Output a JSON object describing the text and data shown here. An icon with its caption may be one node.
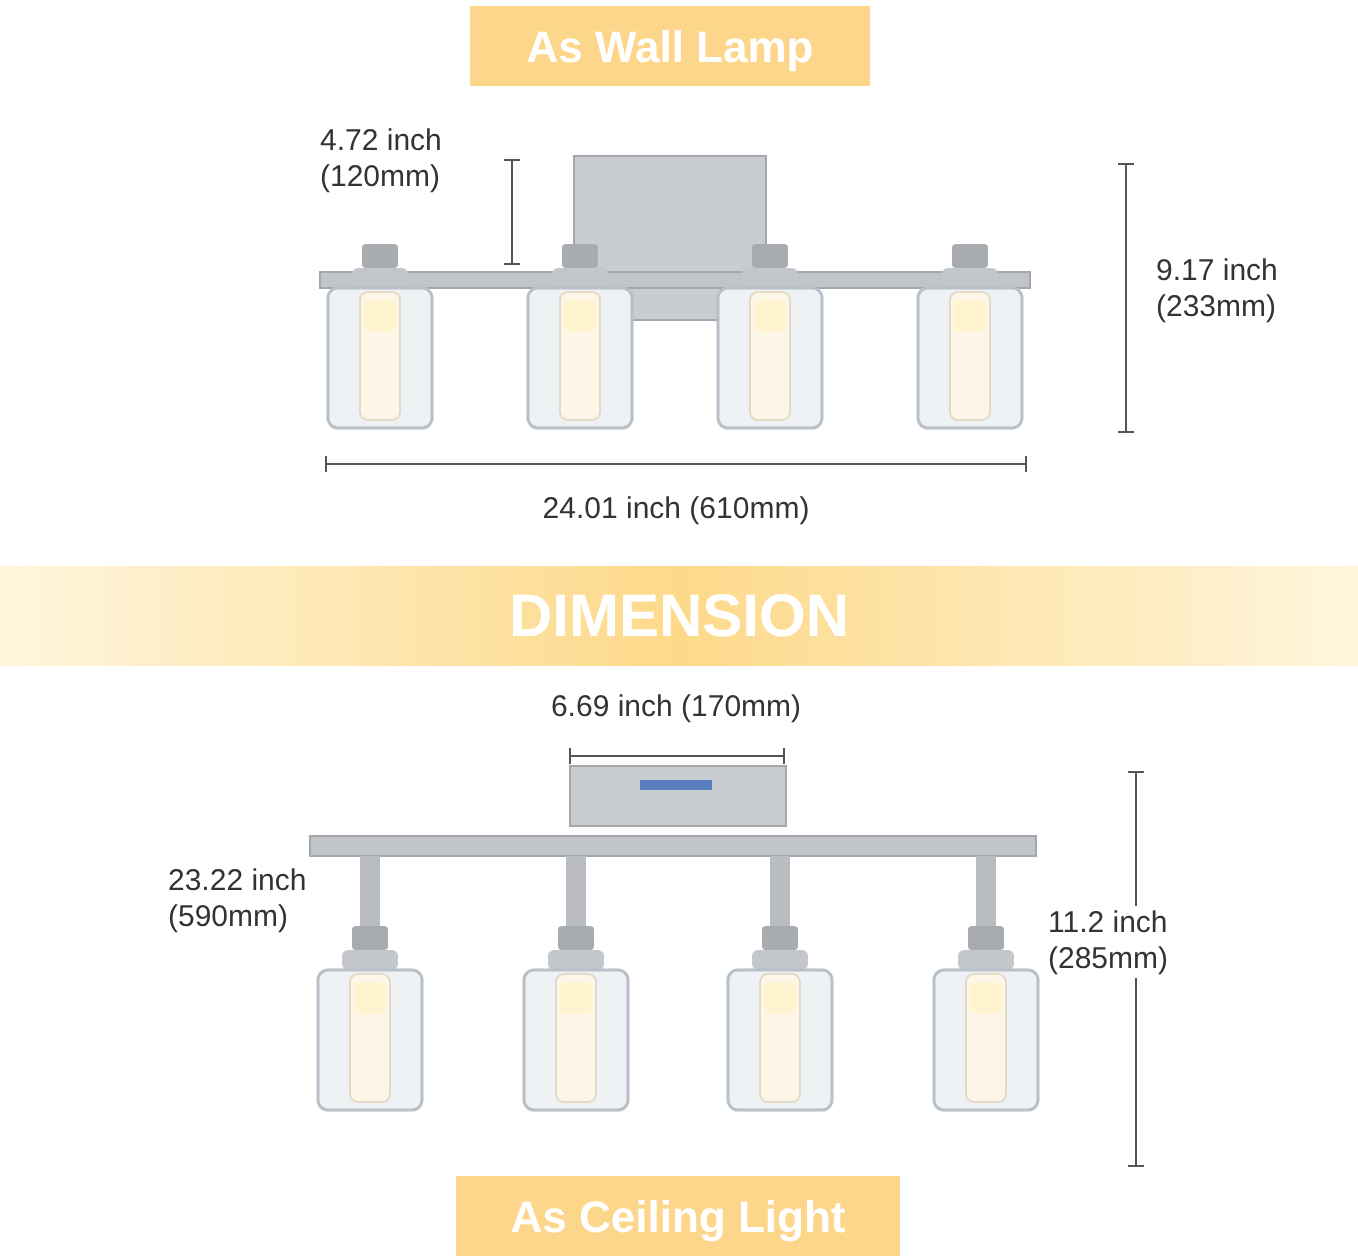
{
  "diagram": {
    "title": "DIMENSION",
    "nodes": [
      {
        "text": [
          "As Wall Lamp"
        ]
      },
      {
        "text": [
          "As Ceiling Light"
        ]
      }
    ],
    "labels": [
      "4.72 inch (120mm)",
      "9.17 inch (233mm)",
      "24.01 inch (610mm)",
      "6.69 inch (170mm)",
      "23.22 inch (590mm)",
      "11.2 inch (285mm)"
    ]
  }
}
